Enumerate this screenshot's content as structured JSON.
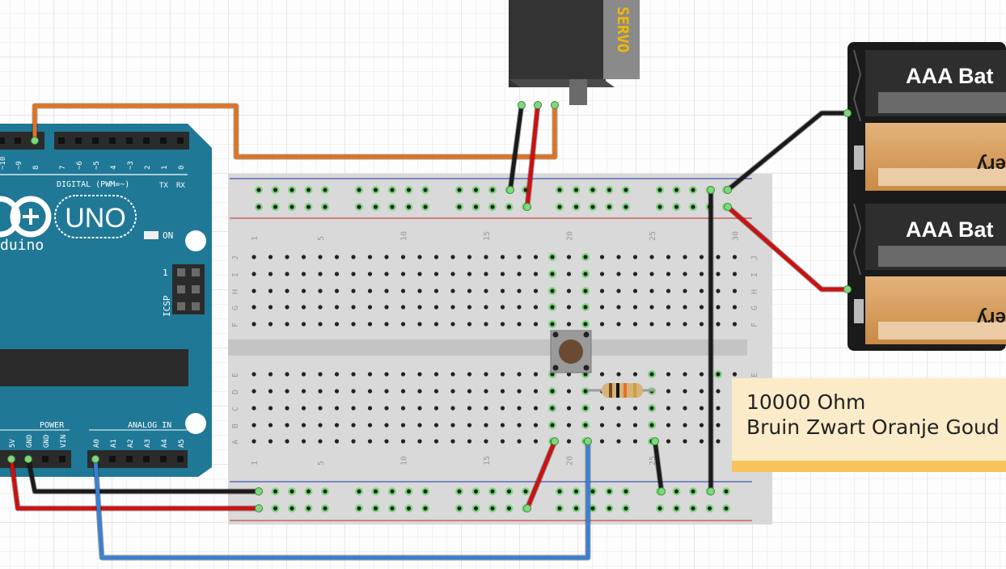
{
  "arduino": {
    "logo_text": "UNO",
    "brand_text": "duino",
    "digital_label": "DIGITAL (PWM=~)",
    "on_label": "ON",
    "icsp_label": "ICSP",
    "icsp_pin_one": "1",
    "power_label": "POWER",
    "analog_label": "ANALOG IN",
    "tx_label": "TX",
    "rx_label": "RX",
    "digital_pins": [
      "~10",
      "~9",
      "8",
      "7",
      "~6",
      "~5",
      "4",
      "~3",
      "2",
      "1",
      "0"
    ],
    "power_pins": [
      "5V",
      "GND",
      "GND",
      "VIN"
    ],
    "analog_pins": [
      "A0",
      "A1",
      "A2",
      "A3",
      "A4",
      "A5"
    ]
  },
  "servo": {
    "label": "SERVO"
  },
  "battery": {
    "label_top": "AAA Bat",
    "label_bottom": "AAA Bat",
    "flipped_text": "ery"
  },
  "breadboard": {
    "column_numbers": [
      "1",
      "5",
      "10",
      "15",
      "20",
      "25",
      "30"
    ],
    "row_letters_top": [
      "J",
      "I",
      "H",
      "G",
      "F"
    ],
    "row_letters_bottom": [
      "E",
      "D",
      "C",
      "B",
      "A"
    ]
  },
  "note": {
    "line1": "10000 Ohm",
    "line2": "Bruin Zwart Oranje Goud"
  },
  "colors": {
    "arduino_blue": "#1f7896",
    "wire_orange": "#e07320",
    "wire_red": "#cc1111",
    "wire_black": "#1a1a1a",
    "wire_blue": "#3a80d0",
    "note_bg": "#fcebc8",
    "note_band": "#f9c25a"
  }
}
